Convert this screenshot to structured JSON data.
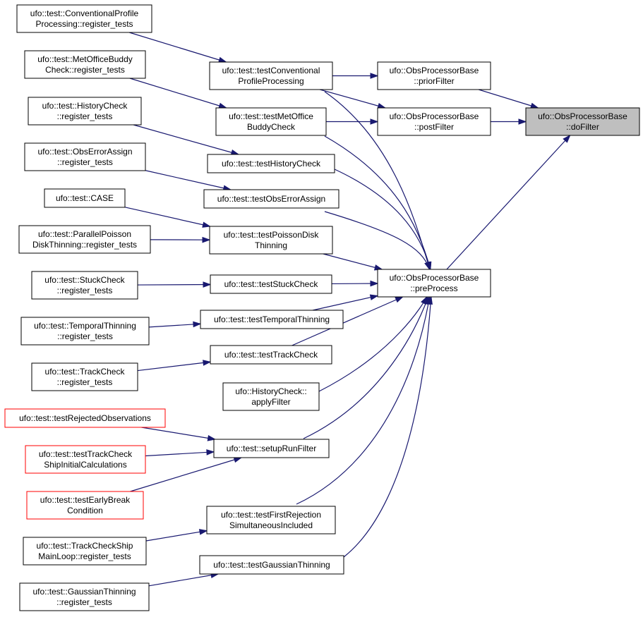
{
  "nodes": {
    "n_conv_reg": {
      "lines": [
        "ufo::test::ConventionalProfile",
        "Processing::register_tests"
      ],
      "style": "normal"
    },
    "n_mob_reg": {
      "lines": [
        "ufo::test::MetOfficeBuddy",
        "Check::register_tests"
      ],
      "style": "normal"
    },
    "n_hist_reg": {
      "lines": [
        "ufo::test::HistoryCheck",
        "::register_tests"
      ],
      "style": "normal"
    },
    "n_oea_reg": {
      "lines": [
        "ufo::test::ObsErrorAssign",
        "::register_tests"
      ],
      "style": "normal"
    },
    "n_case": {
      "lines": [
        "ufo::test::CASE"
      ],
      "style": "normal"
    },
    "n_ppd_reg": {
      "lines": [
        "ufo::test::ParallelPoisson",
        "DiskThinning::register_tests"
      ],
      "style": "normal"
    },
    "n_stuck_reg": {
      "lines": [
        "ufo::test::StuckCheck",
        "::register_tests"
      ],
      "style": "normal"
    },
    "n_temp_reg": {
      "lines": [
        "ufo::test::TemporalThinning",
        "::register_tests"
      ],
      "style": "normal"
    },
    "n_track_reg": {
      "lines": [
        "ufo::test::TrackCheck",
        "::register_tests"
      ],
      "style": "normal"
    },
    "n_rej": {
      "lines": [
        "ufo::test::testRejectedObservations"
      ],
      "style": "missing"
    },
    "n_tcship": {
      "lines": [
        "ufo::test::testTrackCheck",
        "ShipInitialCalculations"
      ],
      "style": "missing"
    },
    "n_early": {
      "lines": [
        "ufo::test::testEarlyBreak",
        "Condition"
      ],
      "style": "missing"
    },
    "n_tcsm_reg": {
      "lines": [
        "ufo::test::TrackCheckShip",
        "MainLoop::register_tests"
      ],
      "style": "normal"
    },
    "n_gauss_reg": {
      "lines": [
        "ufo::test::GaussianThinning",
        "::register_tests"
      ],
      "style": "normal"
    },
    "n_testconv": {
      "lines": [
        "ufo::test::testConventional",
        "ProfileProcessing"
      ],
      "style": "normal"
    },
    "n_testmob": {
      "lines": [
        "ufo::test::testMetOffice",
        "BuddyCheck"
      ],
      "style": "normal"
    },
    "n_testhist": {
      "lines": [
        "ufo::test::testHistoryCheck"
      ],
      "style": "normal"
    },
    "n_testoea": {
      "lines": [
        "ufo::test::testObsErrorAssign"
      ],
      "style": "normal"
    },
    "n_testpoisson": {
      "lines": [
        "ufo::test::testPoissonDisk",
        "Thinning"
      ],
      "style": "normal"
    },
    "n_teststuck": {
      "lines": [
        "ufo::test::testStuckCheck"
      ],
      "style": "normal"
    },
    "n_testtemp": {
      "lines": [
        "ufo::test::testTemporalThinning"
      ],
      "style": "normal"
    },
    "n_testtrack": {
      "lines": [
        "ufo::test::testTrackCheck"
      ],
      "style": "normal"
    },
    "n_histapply": {
      "lines": [
        "ufo::HistoryCheck::",
        "applyFilter"
      ],
      "style": "normal"
    },
    "n_setup": {
      "lines": [
        "ufo::test::setupRunFilter"
      ],
      "style": "normal"
    },
    "n_firstrej": {
      "lines": [
        "ufo::test::testFirstRejection",
        "SimultaneousIncluded"
      ],
      "style": "normal"
    },
    "n_testgauss": {
      "lines": [
        "ufo::test::testGaussianThinning"
      ],
      "style": "normal"
    },
    "n_prior": {
      "lines": [
        "ufo::ObsProcessorBase",
        "::priorFilter"
      ],
      "style": "normal"
    },
    "n_post": {
      "lines": [
        "ufo::ObsProcessorBase",
        "::postFilter"
      ],
      "style": "normal"
    },
    "n_pre": {
      "lines": [
        "ufo::ObsProcessorBase",
        "::preProcess"
      ],
      "style": "normal"
    },
    "n_dofilter": {
      "lines": [
        "ufo::ObsProcessorBase",
        "::doFilter"
      ],
      "style": "focus"
    }
  },
  "edges": [
    [
      "n_conv_reg",
      "n_testconv"
    ],
    [
      "n_mob_reg",
      "n_testmob"
    ],
    [
      "n_hist_reg",
      "n_testhist"
    ],
    [
      "n_oea_reg",
      "n_testoea"
    ],
    [
      "n_case",
      "n_testpoisson"
    ],
    [
      "n_ppd_reg",
      "n_testpoisson"
    ],
    [
      "n_stuck_reg",
      "n_teststuck"
    ],
    [
      "n_temp_reg",
      "n_testtemp"
    ],
    [
      "n_track_reg",
      "n_testtrack"
    ],
    [
      "n_rej",
      "n_setup"
    ],
    [
      "n_tcship",
      "n_setup"
    ],
    [
      "n_early",
      "n_setup"
    ],
    [
      "n_tcsm_reg",
      "n_firstrej"
    ],
    [
      "n_gauss_reg",
      "n_testgauss"
    ],
    [
      "n_testconv",
      "n_prior"
    ],
    [
      "n_testconv",
      "n_post"
    ],
    [
      "n_testconv",
      "n_pre"
    ],
    [
      "n_testmob",
      "n_post"
    ],
    [
      "n_testmob",
      "n_pre"
    ],
    [
      "n_testhist",
      "n_pre"
    ],
    [
      "n_testoea",
      "n_pre"
    ],
    [
      "n_testpoisson",
      "n_pre"
    ],
    [
      "n_teststuck",
      "n_pre"
    ],
    [
      "n_testtemp",
      "n_pre"
    ],
    [
      "n_testtrack",
      "n_pre"
    ],
    [
      "n_histapply",
      "n_pre"
    ],
    [
      "n_setup",
      "n_pre"
    ],
    [
      "n_firstrej",
      "n_pre"
    ],
    [
      "n_testgauss",
      "n_pre"
    ],
    [
      "n_prior",
      "n_dofilter"
    ],
    [
      "n_post",
      "n_dofilter"
    ],
    [
      "n_pre",
      "n_dofilter"
    ]
  ]
}
